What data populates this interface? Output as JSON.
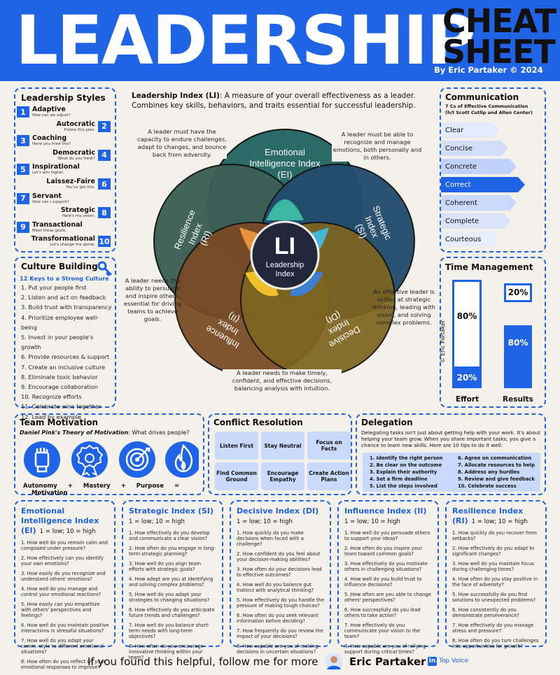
{
  "header": {
    "title": "LEADERSHIP",
    "cheat": "CHEAT",
    "sheet": "SHEET",
    "byline": "By Eric Partaker © 2024"
  },
  "styles": {
    "title": "Leadership Styles",
    "items": [
      {
        "n": "1",
        "t": "Adaptive",
        "s": "How can we adjust?"
      },
      {
        "n": "2",
        "t": "Autocratic",
        "s": "Follow this plan."
      },
      {
        "n": "3",
        "t": "Coaching",
        "s": "Have you tried this?"
      },
      {
        "n": "4",
        "t": "Democratic",
        "s": "What do you think?"
      },
      {
        "n": "5",
        "t": "Inspirational",
        "s": "Let's aim higher."
      },
      {
        "n": "6",
        "t": "Laissez-Faire",
        "s": "You've got this."
      },
      {
        "n": "7",
        "t": "Servant",
        "s": "How can I support?"
      },
      {
        "n": "8",
        "t": "Strategic",
        "s": "Here's my vision."
      },
      {
        "n": "9",
        "t": "Transactional",
        "s": "Meet these goals."
      },
      {
        "n": "10",
        "t": "Transformational",
        "s": "Let's change the game."
      }
    ]
  },
  "culture": {
    "title": "Culture Building",
    "subtitle": "12 Keys to a Strong Culture",
    "items": [
      "1. Put your people first",
      "2. Listen and act on feedback",
      "3. Build trust with transparency",
      "4. Prioritize employee well-being",
      "5. Invest in your people's growth",
      "6. Provide resources & support",
      "7. Create an inclusive culture",
      "8. Eliminate toxic behavior",
      "9. Encourage collaboration",
      "10. Recognize efforts",
      "11. Celebrate wins together",
      "12. Lead by example"
    ]
  },
  "index": {
    "intro_bold": "Leadership Index (LI)",
    "intro_rest": ": A measure of your overall effectiveness as a leader. Combines key skills, behaviors, and traits essential for successful leadership.",
    "ei_label": "Emotional Intelligence Index (EI)",
    "si_label": "Strategic Index (SI)",
    "ri_label": "Resilience Index (RI)",
    "ii_label": "Influence Index (II)",
    "di_label": "Decisive Index (DI)",
    "center_big": "LI",
    "center_small": "Leadership Index",
    "ann_resilience": "A leader must have the capacity to endure challenges, adapt to changes, and bounce back from adversity.",
    "ann_emotional": "A leader must be able to recognize and manage emotions, both personally and in others.",
    "ann_influence": "A leader needs the ability to persuade and inspire others, essential for driving teams to achieve goals.",
    "ann_strategic": "An effective leader is skilled at strategic thinking, leading with vision, and solving complex problems.",
    "ann_decisive": "A leader needs to make timely, confident, and effective decisions, balancing analysis with intuition.",
    "credit": "© Eric Partaker"
  },
  "communication": {
    "title": "Communication",
    "subtitle": "7 Cs of Effective Communication",
    "credit": "(h/t Scott Cutlip and Allen Center)",
    "items": [
      "Clear",
      "Concise",
      "Concrete",
      "Correct",
      "Coherent",
      "Complete",
      "Courteous"
    ]
  },
  "time": {
    "title": "Time Management",
    "effort_top": "80%",
    "effort_bottom": "20%",
    "results_top": "20%",
    "results_bottom": "80%",
    "effort_label": "Effort",
    "results_label": "Results",
    "effort_share": 0.2,
    "results_share": 0.8
  },
  "motivation": {
    "title": "Team Motivation",
    "subtitle_bold": "Daniel Pink's Theory of Motivation",
    "subtitle_rest": ": What drives people?",
    "items": [
      "Autonomy",
      "Mastery",
      "Purpose",
      "Motivation"
    ],
    "plus": "+",
    "equals": "="
  },
  "conflict": {
    "title": "Conflict Resolution",
    "items": [
      "Listen First",
      "Stay Neutral",
      "Focus on Facts",
      "Find Common Ground",
      "Encourage Empathy",
      "Create Action Plans"
    ]
  },
  "delegation": {
    "title": "Delegation",
    "intro": "Delegating tasks isn't just about getting help with your work. It's about helping your team grow. When you share important tasks, you give a chance to learn new skills. Here are 10 tips to do it well:",
    "tips": [
      "1. Identify the right person",
      "2. Be clear on the outcome",
      "3. Explain their authority",
      "4. Set a firm deadline",
      "5. List the steps involved",
      "6. Agree on communication",
      "7. Allocate resources to help",
      "8. Address any hurdles",
      "9. Review and give feedback",
      "10. Celebrate success"
    ]
  },
  "questions": [
    {
      "title": "Emotional Intelligence Index (EI)",
      "scale": "1 = low; 10 = high",
      "items": [
        "1. How well do you remain calm and composed under pressure?",
        "2. How effectively can you identify your own emotions?",
        "3. How easily do you recognize and understand others' emotions?",
        "4. How well do you manage and control your emotional reactions?",
        "5. How easily can you empathize with others' perspectives and feelings?",
        "6. How well do you maintain positive interactions in stressful situations?",
        "7. How well do you adapt your comm. style to different emotional situations?",
        "8. How often do you reflect on your emotional responses to improve?"
      ]
    },
    {
      "title": "Strategic Index (SI)",
      "scale": "1 = low; 10 = high",
      "items": [
        "1. How effectively do you develop and communicate a clear vision?",
        "2. How often do you engage in long-term strategic planning?",
        "3. How well do you align team efforts with strategic goals?",
        "4. How adept are you at identifying and solving complex problems?",
        "5. How well do you adapt your strategies to changing situations?",
        "6. How effectively do you anticipate future trends and challenges?",
        "7. How well do you balance short-term needs with long-term objectives?",
        "8. How often do you encourage innovative thinking within your team?"
      ]
    },
    {
      "title": "Decisive Index (DI)",
      "scale": "1 = low; 10 = high",
      "items": [
        "1. How quickly do you make decisions when faced with a challenge?",
        "2. How confident do you feel about your decision-making abilities?",
        "3. How often do your decisions lead to effective outcomes?",
        "4. How well do you balance gut instinct with analytical thinking?",
        "5. How effectively do you handle the pressure of making tough choices?",
        "6. How often do you seek relevant information before deciding?",
        "7. How frequently do you review the impact of your decisions?",
        "8. How capable are you of making decisions in uncertain situations?"
      ]
    },
    {
      "title": "Influence Index (II)",
      "scale": "1 = low; 10 = high",
      "items": [
        "1. How well do you persuade others to support your ideas?",
        "2. How often do you inspire your team toward common goals?",
        "3. How effectively do you motivate others in challenging situations?",
        "4. How well do you build trust to influence decisions?",
        "5. How often are you able to change others' perspectives?",
        "6. How successfully do you lead others to take action?",
        "7. How effectively do you communicate your vision to the team?",
        "8. How capable are you of rallying support during critical times?"
      ]
    },
    {
      "title": "Resilience Index (RI)",
      "scale": "1 = low; 10 = high",
      "items": [
        "1. How quickly do you recover from setbacks?",
        "2. How effectively do you adapt to significant changes?",
        "3. How well do you maintain focus during challenging times?",
        "4. How often do you stay positive in the face of adversity?",
        "5. How successfully do you find solutions to unexpected problems?",
        "6. How consistently do you demonstrate perseverance?",
        "7. How effectively do you manage stress and pressure?",
        "8. How often do you turn challenges into opportunities for growth?"
      ]
    }
  ],
  "footer": {
    "text": "If you found this helpful, follow me for more",
    "name": "Eric Partaker",
    "li": "in",
    "badge": "Top Voice"
  },
  "colors": {
    "blue": "#1f63e6",
    "ei": "#2a6b68",
    "si": "#234c6d",
    "ri": "#3c5f54",
    "ii": "#7a4a24",
    "di": "#7d6520"
  }
}
